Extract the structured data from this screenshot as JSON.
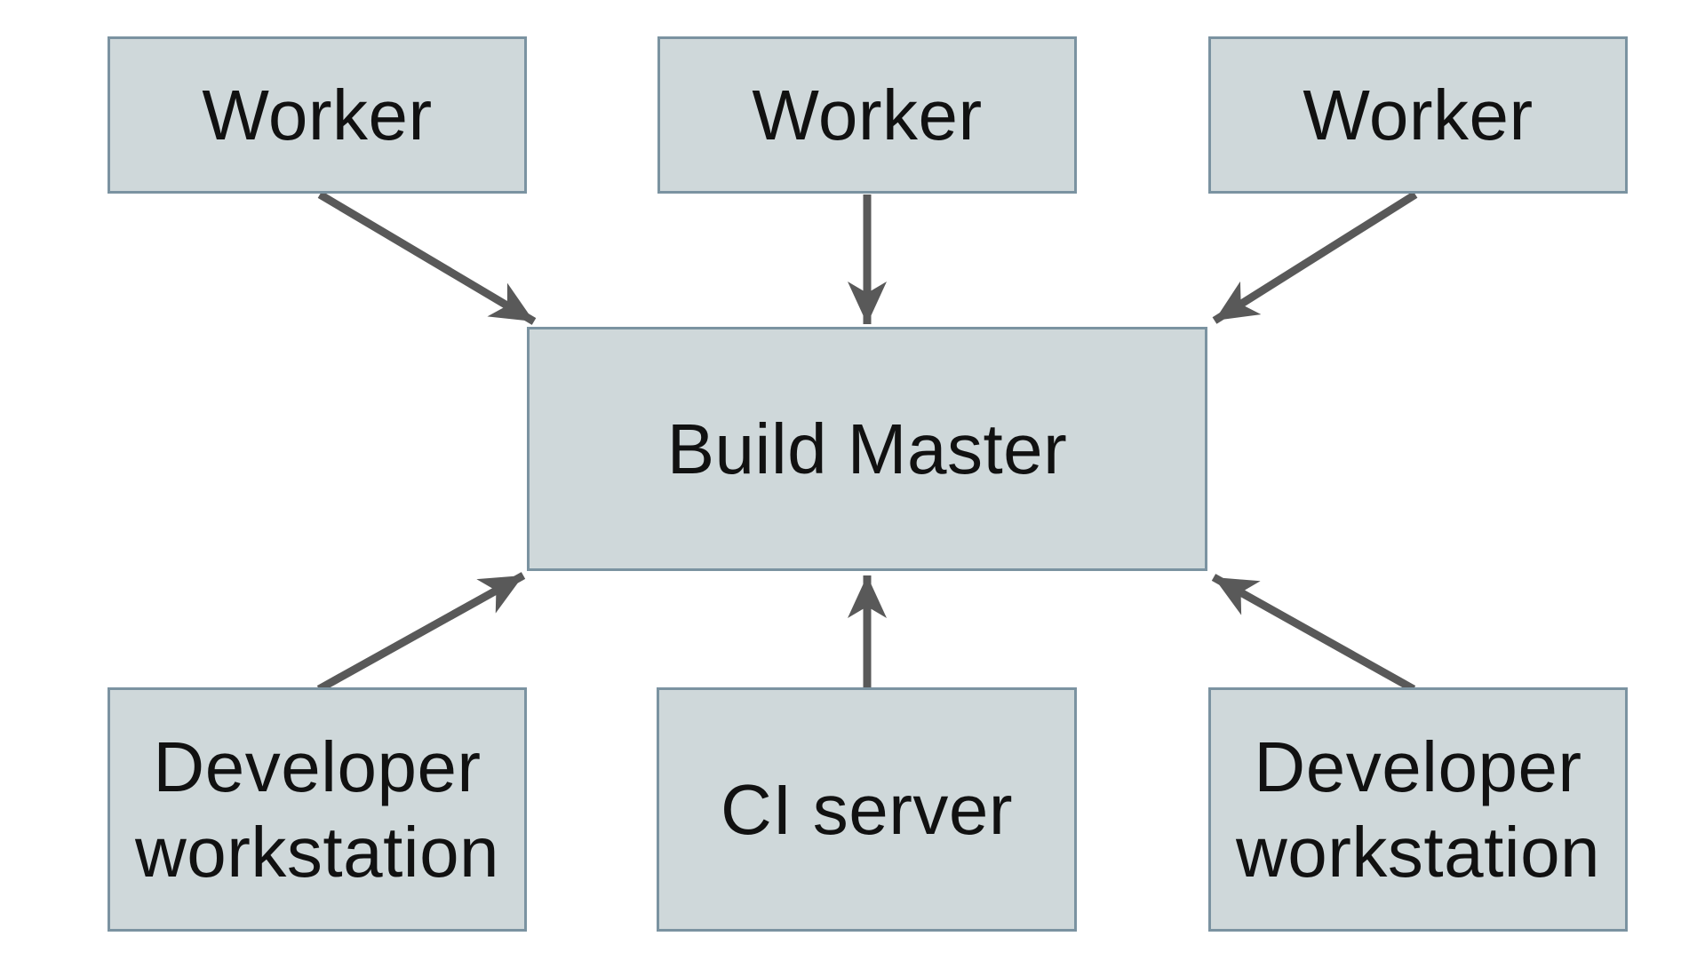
{
  "diagram": {
    "nodes": {
      "worker1": {
        "label": "Worker"
      },
      "worker2": {
        "label": "Worker"
      },
      "worker3": {
        "label": "Worker"
      },
      "build_master": {
        "label": "Build Master"
      },
      "dev_ws1": {
        "label": "Developer workstation"
      },
      "ci_server": {
        "label": "CI server"
      },
      "dev_ws2": {
        "label": "Developer workstation"
      }
    },
    "edges": [
      {
        "from": "worker1",
        "to": "build_master"
      },
      {
        "from": "worker2",
        "to": "build_master"
      },
      {
        "from": "worker3",
        "to": "build_master"
      },
      {
        "from": "dev_ws1",
        "to": "build_master"
      },
      {
        "from": "ci_server",
        "to": "build_master"
      },
      {
        "from": "dev_ws2",
        "to": "build_master"
      }
    ]
  },
  "colors": {
    "box_fill": "#cfd8da",
    "box_border": "#7b93a1",
    "arrow": "#595959",
    "text": "#111111",
    "background": "#ffffff"
  }
}
